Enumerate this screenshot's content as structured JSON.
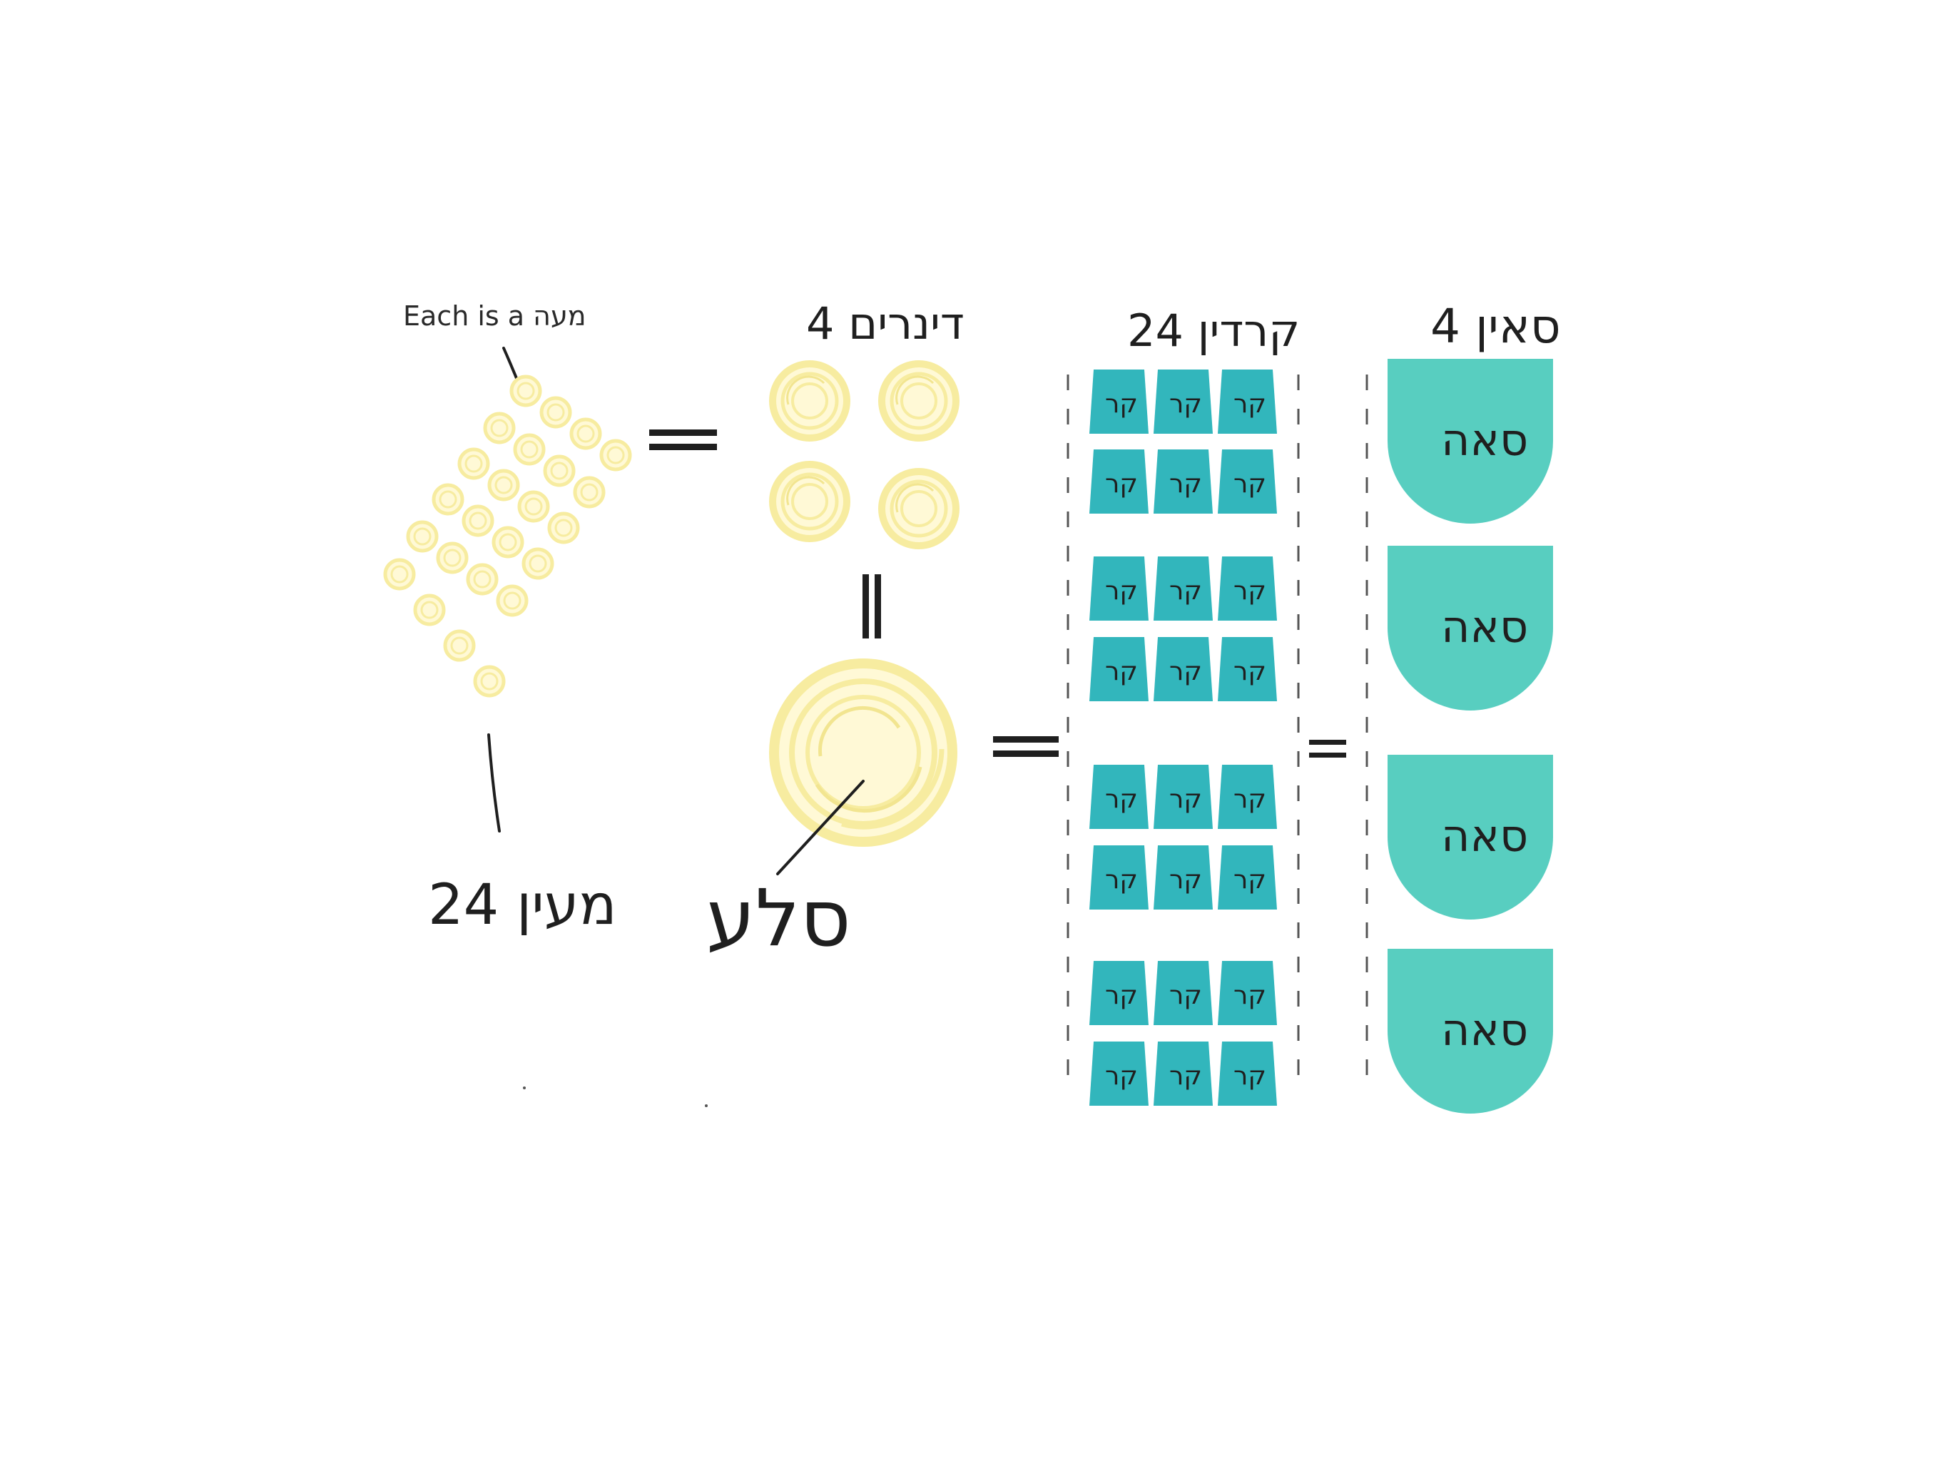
{
  "labels": {
    "note_each": "Each is a מעה",
    "maah_count": "24 מעין",
    "dinar_count": "4 דינרים",
    "sela_label": "סלע",
    "kardom_count": "24 קרדין",
    "seah_count": "4 סאין",
    "kardom_item": "קר",
    "seah_item": "סאה"
  },
  "colors": {
    "coin_fill": "#fff9d6",
    "coin_stroke": "#f7eca0",
    "teal_dark": "#32b6bc",
    "teal_light": "#58cec0",
    "ink": "#1f1f1f"
  },
  "counts": {
    "maah_coins": 24,
    "dinar_coins": 4,
    "kardom_blocks": 24,
    "seah_bowls": 4
  },
  "symbols": {
    "equals": "=",
    "vertical_equals": "||"
  }
}
